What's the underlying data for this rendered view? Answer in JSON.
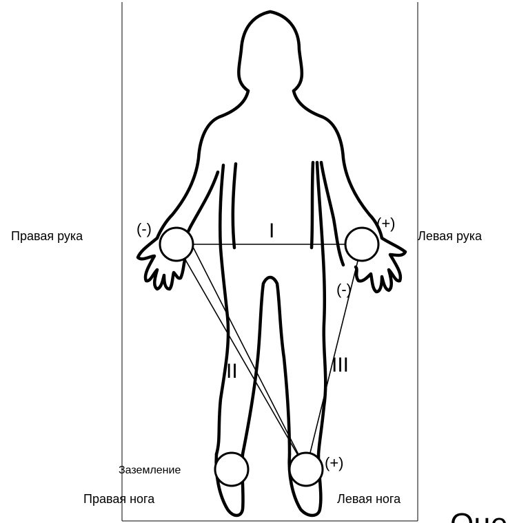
{
  "labels": {
    "right_arm": "Правая рука",
    "left_arm": "Левая рука",
    "right_leg": "Правая нога",
    "left_leg": "Левая нога",
    "ground": "Заземление",
    "lead_I": "I",
    "lead_II": "II",
    "lead_III": "III",
    "right_arm_polarity": "(-)",
    "left_arm_polarity": "(+)",
    "left_arm_polarity_lead3": "(-)",
    "left_leg_polarity": "(+)",
    "cutoff_text": "Оце"
  },
  "colors": {
    "stroke": "#000000",
    "background": "#ffffff",
    "electrode_fill": "#ffffff"
  }
}
